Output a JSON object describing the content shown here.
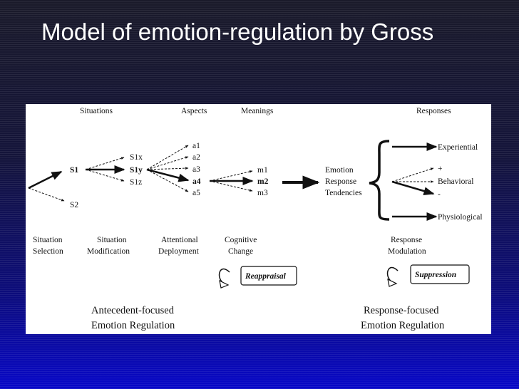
{
  "slide": {
    "title": "Model of emotion-regulation by Gross"
  },
  "diagram": {
    "headers": {
      "situations": "Situations",
      "aspects": "Aspects",
      "meanings": "Meanings",
      "responses": "Responses"
    },
    "situations": {
      "s1": "S1",
      "s2": "S2",
      "s1x": "S1x",
      "s1y": "S1y",
      "s1z": "S1z"
    },
    "aspects": [
      "a1",
      "a2",
      "a3",
      "a4",
      "a5"
    ],
    "meanings": [
      "m1",
      "m2",
      "m3"
    ],
    "emotion_block": [
      "Emotion",
      "Response",
      "Tendencies"
    ],
    "response_items": {
      "experiential": "Experiential",
      "plus": "+",
      "behavioral": "Behavioral",
      "minus": "-",
      "physiological": "Physiological"
    },
    "stages": {
      "situation_selection": [
        "Situation",
        "Selection"
      ],
      "situation_modification": [
        "Situation",
        "Modification"
      ],
      "attentional_deployment": [
        "Attentional",
        "Deployment"
      ],
      "cognitive_change": [
        "Cognitive",
        "Change"
      ],
      "response_modulation": [
        "Response",
        "Modulation"
      ]
    },
    "boxes": {
      "reappraisal": "Reappraisal",
      "suppression": "Suppression"
    },
    "groups": {
      "antecedent": [
        "Antecedent-focused",
        "Emotion Regulation"
      ],
      "response": [
        "Response-focused",
        "Emotion Regulation"
      ]
    }
  }
}
